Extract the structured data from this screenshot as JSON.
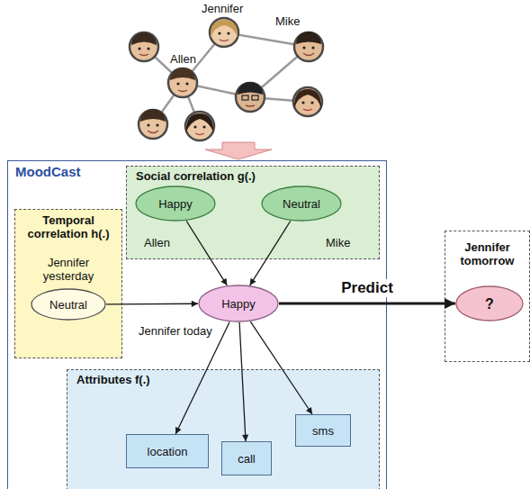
{
  "diagram": {
    "nodes": [
      {
        "text": [
          "MoodCast"
        ]
      },
      {
        "text": [
          "Social correlation g(.)"
        ],
        "in": 0
      },
      {
        "text": [
          "Happy"
        ],
        "in": 1
      },
      {
        "text": [
          "Neutral"
        ],
        "in": 1
      },
      {
        "text": [
          "Temporal correlation h(.)"
        ],
        "in": 0
      },
      {
        "text": [
          "Neutral"
        ],
        "in": 4
      },
      {
        "text": [
          "Happy"
        ],
        "in": 0
      },
      {
        "text": [
          "Attributes f(.)"
        ],
        "in": 0
      },
      {
        "text": [
          "location"
        ],
        "in": 7
      },
      {
        "text": [
          "call"
        ],
        "in": 7
      },
      {
        "text": [
          "sms"
        ],
        "in": 7
      },
      {
        "text": [
          "Jennifer tomorrow"
        ]
      },
      {
        "text": [
          "?"
        ],
        "in": 11
      }
    ],
    "edges": [
      {
        "from": 2,
        "to": 6,
        "arrow": "to"
      },
      {
        "from": 3,
        "to": 6,
        "arrow": "to"
      },
      {
        "from": 5,
        "to": 6,
        "arrow": "to"
      },
      {
        "from": 6,
        "to": 8,
        "arrow": "to"
      },
      {
        "from": 6,
        "to": 9,
        "arrow": "to"
      },
      {
        "from": 6,
        "to": 10,
        "arrow": "to"
      },
      {
        "from": 6,
        "to": 12,
        "label": "Predict",
        "arrow": "to"
      }
    ],
    "labels": [
      "Jennifer",
      "Mike",
      "Allen",
      "Allen",
      "Mike",
      "Jennifer yesterday",
      "Jennifer today"
    ]
  }
}
